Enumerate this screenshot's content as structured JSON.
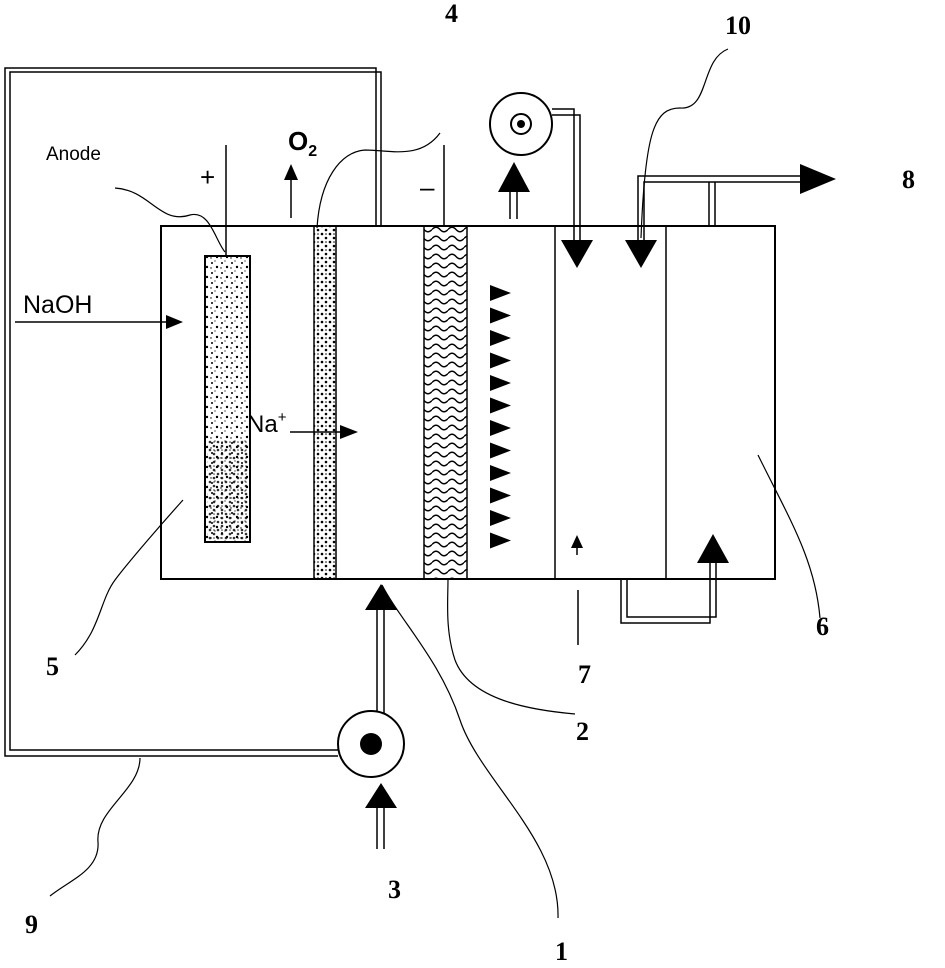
{
  "labels": {
    "anode": "Anode",
    "plus": "+",
    "minus": "–",
    "oxygen": "O",
    "oxygen_sub": "2",
    "naoh": "NaOH",
    "sodium": "Na",
    "sodium_sup": "+"
  },
  "callouts": {
    "n1": "1",
    "n2": "2",
    "n3": "3",
    "n4": "4",
    "n5": "5",
    "n6": "6",
    "n7": "7",
    "n8": "8",
    "n9": "9",
    "n10": "10"
  },
  "colors": {
    "line": "#000000",
    "background": "#ffffff"
  },
  "icons": {
    "pump_bottom": "pump-icon",
    "pump_top": "pump-icon"
  }
}
